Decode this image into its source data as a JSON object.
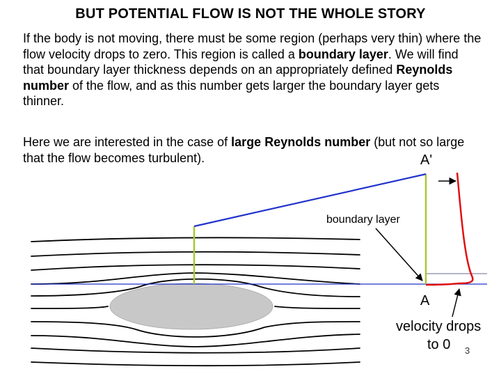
{
  "slide": {
    "title": "BUT POTENTIAL FLOW IS NOT THE WHOLE STORY",
    "para1": [
      {
        "text": "If the body is not moving, there must be some region (perhaps very thin) where the flow velocity drops to zero.  This region is called a ",
        "bold": false
      },
      {
        "text": "boundary layer",
        "bold": true
      },
      {
        "text": ".  We will find that boundary layer thickness depends on an appropriately defined ",
        "bold": false
      },
      {
        "text": "Reynolds number",
        "bold": true
      },
      {
        "text": " of the flow, and as this number gets larger the boundary layer gets thinner.",
        "bold": false
      }
    ],
    "para2": [
      {
        "text": "Here we are interested in the case of ",
        "bold": false
      },
      {
        "text": "large Reynolds number",
        "bold": true
      },
      {
        "text": " (but not so large that the flow becomes turbulent).",
        "bold": false
      }
    ],
    "page_number": "3"
  },
  "figure": {
    "boundary_layer_label": "boundary layer",
    "point_top_label": "A'",
    "point_bottom_label": "A",
    "velocity_label_line1": "velocity drops",
    "velocity_label_line2": "to 0",
    "colors": {
      "streamline": "#000000",
      "body_fill": "#c8c8c8",
      "velocity_profile": "#e01010",
      "wall_line": "#2233cc",
      "wall_grey": "#8888aa",
      "measure_line": "#a8c832"
    }
  }
}
